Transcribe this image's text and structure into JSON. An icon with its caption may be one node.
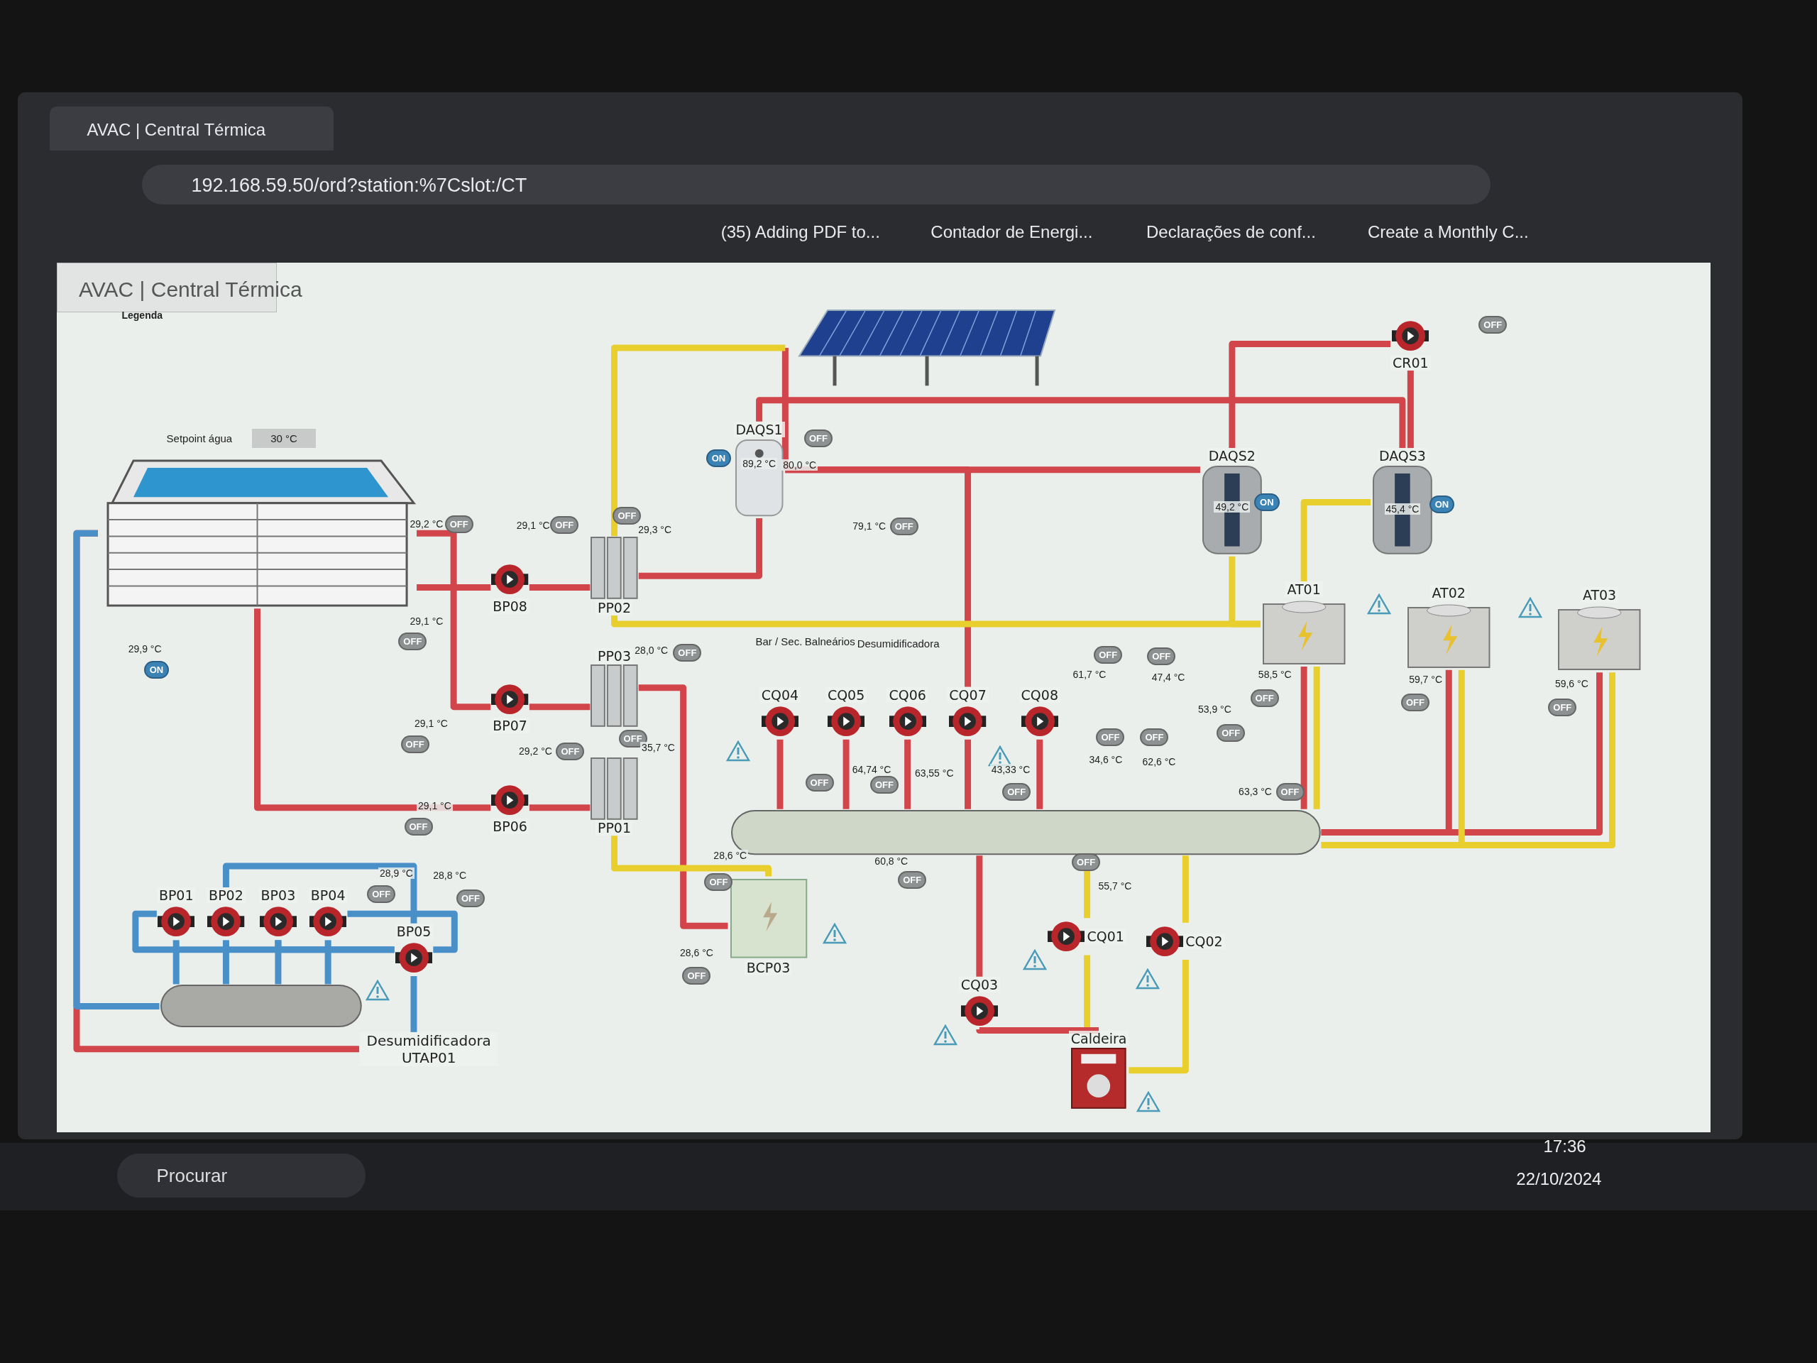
{
  "diagram": {
    "nodes": [
      {
        "text": [],
        "shape": "picture"
      },
      {
        "text": [
          "BP08"
        ]
      },
      {
        "text": [
          "PP02"
        ]
      },
      {
        "text": [
          "PP03"
        ]
      },
      {
        "text": [
          "PP01"
        ]
      },
      {
        "text": [
          "BP07"
        ]
      },
      {
        "text": [
          "BP06"
        ]
      },
      {
        "text": [
          "BP01"
        ]
      },
      {
        "text": [
          "BP02"
        ]
      },
      {
        "text": [
          "BP03"
        ]
      },
      {
        "text": [
          "BP04"
        ]
      },
      {
        "text": [],
        "shape": "cylinder"
      },
      {
        "text": [
          "BP05"
        ]
      },
      {
        "text": [
          "Desumidificadora UTAP01"
        ]
      },
      {
        "text": [],
        "shape": "picture"
      },
      {
        "text": [
          "DAQS1"
        ]
      },
      {
        "text": [
          "CR01"
        ]
      },
      {
        "text": [
          "DAQS2"
        ]
      },
      {
        "text": [
          "DAQS3"
        ]
      },
      {
        "text": [
          "AT01"
        ]
      },
      {
        "text": [
          "AT02"
        ]
      },
      {
        "text": [
          "AT03"
        ]
      },
      {
        "text": [
          "CQ04"
        ]
      },
      {
        "text": [
          "CQ05"
        ]
      },
      {
        "text": [
          "CQ06"
        ]
      },
      {
        "text": [
          "CQ07"
        ]
      },
      {
        "text": [
          "CQ08"
        ]
      },
      {
        "text": [],
        "shape": "cylinder"
      },
      {
        "text": [
          "BCP03"
        ]
      },
      {
        "text": [
          "CQ01"
        ]
      },
      {
        "text": [
          "CQ02"
        ]
      },
      {
        "text": [
          "CQ03"
        ]
      },
      {
        "text": [
          "Caldeira"
        ]
      }
    ],
    "edges": [
      {
        "from": 0,
        "to": 1,
        "arrow": "none"
      },
      {
        "from": 1,
        "to": 2,
        "arrow": "none"
      },
      {
        "from": 0,
        "to": 5,
        "arrow": "none"
      },
      {
        "from": 5,
        "to": 3,
        "arrow": "none"
      },
      {
        "from": 0,
        "to": 6,
        "arrow": "none"
      },
      {
        "from": 6,
        "to": 4,
        "arrow": "none"
      },
      {
        "from": 0,
        "to": 13,
        "arrow": "none"
      },
      {
        "from": 0,
        "to": 11,
        "arrow": "none",
        "color": "#4a90c8"
      },
      {
        "from": 11,
        "to": 7,
        "arrow": "none",
        "color": "#4a90c8"
      },
      {
        "from": 11,
        "to": 8,
        "arrow": "none",
        "color": "#4a90c8"
      },
      {
        "from": 11,
        "to": 9,
        "arrow": "none",
        "color": "#4a90c8"
      },
      {
        "from": 11,
        "to": 10,
        "arrow": "none",
        "color": "#4a90c8"
      },
      {
        "from": 7,
        "to": 12,
        "arrow": "none",
        "color": "#4a90c8"
      },
      {
        "from": 8,
        "to": 12,
        "arrow": "none",
        "color": "#4a90c8"
      },
      {
        "from": 9,
        "to": 12,
        "arrow": "none",
        "color": "#4a90c8"
      },
      {
        "from": 10,
        "to": 12,
        "arrow": "none",
        "color": "#4a90c8"
      },
      {
        "from": 12,
        "to": 13,
        "arrow": "none",
        "color": "#4a90c8"
      },
      {
        "from": 2,
        "to": 15,
        "arrow": "none"
      },
      {
        "from": 14,
        "to": 15,
        "arrow": "none"
      },
      {
        "from": 14,
        "to": 2,
        "arrow": "none",
        "color": "#e8cf2e"
      },
      {
        "from": 15,
        "to": 17,
        "arrow": "none"
      },
      {
        "from": 15,
        "to": 18,
        "arrow": "none"
      },
      {
        "from": 16,
        "to": 17,
        "arrow": "none"
      },
      {
        "from": 16,
        "to": 18,
        "arrow": "none"
      },
      {
        "from": 17,
        "to": 19,
        "arrow": "none",
        "color": "#e8cf2e"
      },
      {
        "from": 18,
        "to": 19,
        "arrow": "none",
        "color": "#e8cf2e"
      },
      {
        "from": 19,
        "to": 27,
        "arrow": "none"
      },
      {
        "from": 20,
        "to": 27,
        "arrow": "none"
      },
      {
        "from": 21,
        "to": 27,
        "arrow": "none"
      },
      {
        "from": 19,
        "to": 27,
        "arrow": "none",
        "color": "#e8cf2e"
      },
      {
        "from": 20,
        "to": 27,
        "arrow": "none",
        "color": "#e8cf2e"
      },
      {
        "from": 21,
        "to": 27,
        "arrow": "none",
        "color": "#e8cf2e"
      },
      {
        "from": 22,
        "to": 27,
        "arrow": "none"
      },
      {
        "from": 23,
        "to": 27,
        "arrow": "none"
      },
      {
        "from": 24,
        "to": 27,
        "arrow": "none"
      },
      {
        "from": 25,
        "to": 27,
        "arrow": "none"
      },
      {
        "from": 26,
        "to": 27,
        "arrow": "none"
      },
      {
        "from": 27,
        "to": 29,
        "arrow": "none",
        "color": "#e8cf2e"
      },
      {
        "from": 27,
        "to": 30,
        "arrow": "none",
        "color": "#e8cf2e"
      },
      {
        "from": 29,
        "to": 32,
        "arrow": "none",
        "color": "#e8cf2e"
      },
      {
        "from": 30,
        "to": 32,
        "arrow": "none",
        "color": "#e8cf2e"
      },
      {
        "from": 27,
        "to": 31,
        "arrow": "none"
      },
      {
        "from": 31,
        "to": 32,
        "arrow": "none"
      },
      {
        "from": 3,
        "to": 28,
        "arrow": "none"
      },
      {
        "from": 4,
        "to": 28,
        "arrow": "none",
        "color": "#e8cf2e"
      },
      {
        "from": 15,
        "to": 25,
        "arrow": "none"
      },
      {
        "from": 2,
        "to": 19,
        "arrow": "none",
        "color": "#e8cf2e"
      }
    ],
    "labels": [
      "AVAC | Central Térmica",
      "192.168.59.50/ord?station:%7Cslot:/CT",
      "(35) Adding PDF to...",
      "Contador de Energi...",
      "Declarações de conf...",
      "Create a Monthly C...",
      "AVAC | Central Térmica",
      "Legenda",
      "OFF",
      "Setpoint água",
      "30 °C",
      "ON",
      "89,2 °C",
      "OFF",
      "80,0 °C",
      "49,2 °C",
      "ON",
      "45,4 °C",
      "ON",
      "OFF",
      "29,2 °C",
      "OFF",
      "29,1 °C",
      "OFF",
      "29,3 °C",
      "79,1 °C",
      "OFF",
      "29,1 °C",
      "OFF",
      "Bar / Sec.",
      "Balneários",
      "Desumidificadora",
      "29,9 °C",
      "ON",
      "28,0 °C",
      "OFF",
      "OFF",
      "OFF",
      "61,7 °C",
      "47,4 °C",
      "58,5 °C",
      "59,7 °C",
      "59,6 °C",
      "OFF",
      "OFF",
      "OFF",
      "53,9 °C",
      "29,1 °C",
      "OFF",
      "OFF",
      "OFF",
      "OFF",
      "OFF",
      "35,7 °C",
      "29,2 °C",
      "OFF",
      "34,6 °C",
      "62,6 °C",
      "64,74 °C",
      "63,55 °C",
      "43,33 °C",
      "OFF",
      "OFF",
      "OFF",
      "63,3 °C",
      "OFF",
      "29,1 °C",
      "OFF",
      "28,6 °C",
      "60,8 °C",
      "OFF",
      "28,9 °C",
      "28,8 °C",
      "OFF",
      "OFF",
      "55,7 °C",
      "OFF",
      "OFF",
      "28,6 °C",
      "OFF",
      "Procurar",
      "17:36",
      "22/10/2024"
    ]
  }
}
